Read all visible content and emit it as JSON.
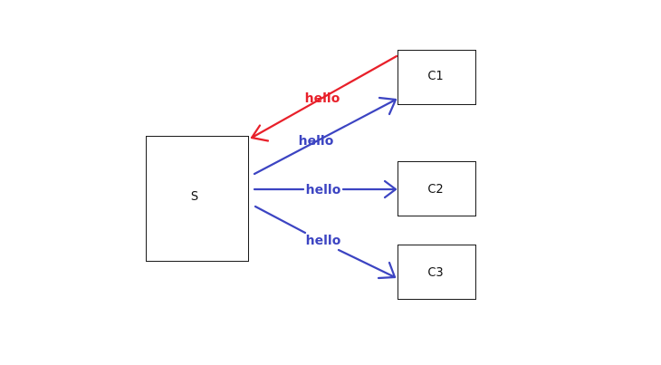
{
  "colors": {
    "reply": "#e8202a",
    "request": "#3c44c2",
    "box_stroke": "#1a1a1a"
  },
  "nodes": {
    "server": "S",
    "client1": "C1",
    "client2": "C2",
    "client3": "C3"
  },
  "edges": {
    "c1_to_s": "hello",
    "s_to_c1": "hello",
    "s_to_c2": "hello",
    "s_to_c3": "hello"
  }
}
